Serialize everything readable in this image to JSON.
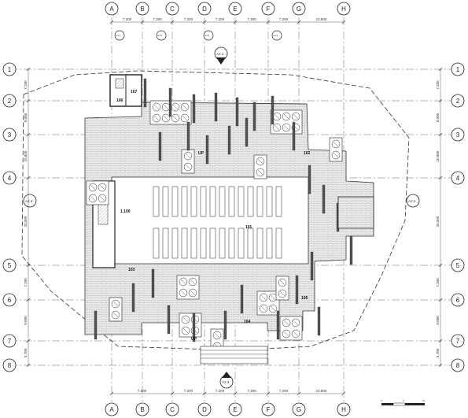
{
  "grid": {
    "columns": [
      "A",
      "B",
      "C",
      "D",
      "E",
      "F",
      "G",
      "H"
    ],
    "rows": [
      "1",
      "2",
      "3",
      "4",
      "5",
      "6",
      "7",
      "8"
    ]
  },
  "dimensions": {
    "top": [
      "7.200",
      "7.200",
      "7.200",
      "7.200",
      "7.200",
      "7.200",
      "10.800"
    ],
    "bottom": [
      "7.200",
      "7.200",
      "7.200",
      "7.200",
      "7.200",
      "10.800"
    ],
    "left": [
      "7.200",
      "8.000",
      "10.800",
      "20.000",
      "7.200",
      "8.000",
      "5.700"
    ],
    "right": [
      "7.200",
      "8.000",
      "10.800",
      "20.000",
      "7.200",
      "8.000",
      "5.700"
    ]
  },
  "rooms": [
    {
      "id": "room-106",
      "label": "106"
    },
    {
      "id": "room-107",
      "label": "107"
    },
    {
      "id": "room-102",
      "label": "102"
    },
    {
      "id": "room-101",
      "label": "101"
    },
    {
      "id": "room-103",
      "label": "103"
    },
    {
      "id": "room-104",
      "label": "104"
    },
    {
      "id": "room-105",
      "label": "105"
    },
    {
      "id": "room-100",
      "label": "1.100"
    }
  ],
  "section_marks": {
    "a21": "A2.1",
    "a22": "A2.2",
    "a23": "A2.3",
    "a24": "A2.4"
  },
  "elevation_marks": {
    "a41_top": "A4.1",
    "a42_top": "A4.2",
    "a43_top": "A4.3",
    "a44_top": "A4.4"
  },
  "stair_labels": {
    "up1": "UP",
    "up2": "UP"
  },
  "scale_bar": {
    "ticks": [
      "0",
      "5",
      "10"
    ]
  },
  "colors": {
    "line": "#222222",
    "hatch": "#888888",
    "grid": "#555555",
    "paving": "#999999"
  }
}
